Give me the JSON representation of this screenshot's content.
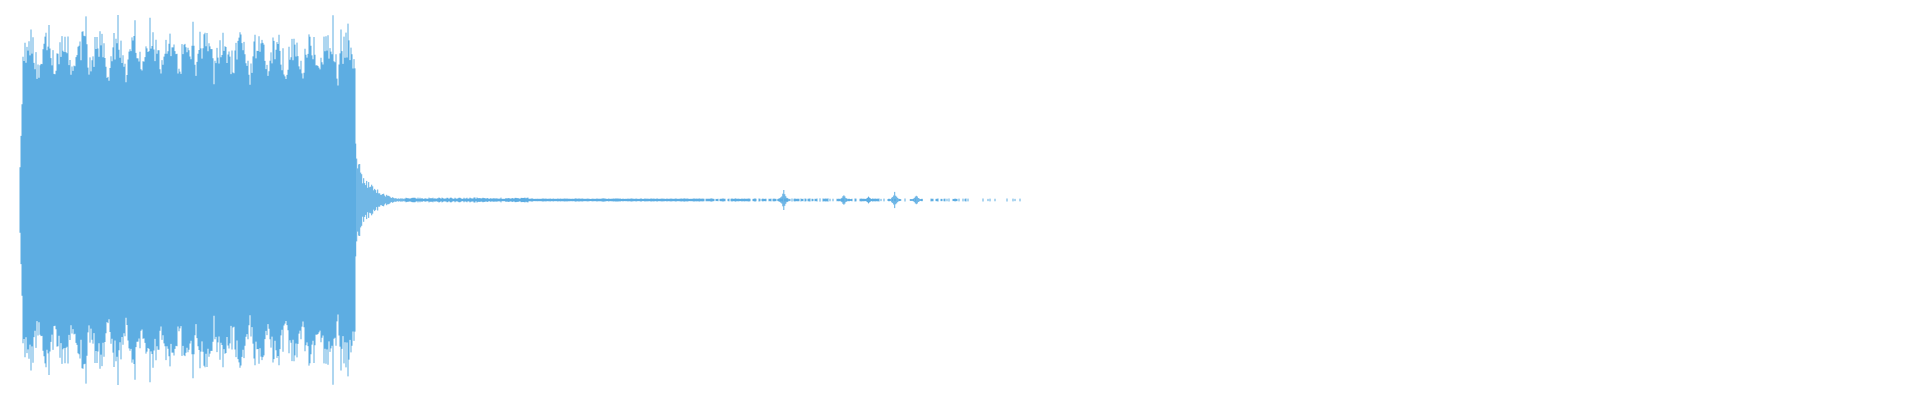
{
  "waveform": {
    "color": "#5dade2",
    "icon": "audio-waveform",
    "segments": [
      {
        "name": "loud-burst",
        "start": 0.0,
        "end": 0.218,
        "level": 0.92,
        "pulses": 19
      },
      {
        "name": "decay-tail",
        "start": 0.218,
        "end": 0.25,
        "level": 0.18
      },
      {
        "name": "quiet-tail",
        "start": 0.25,
        "end": 0.65,
        "level": 0.01
      }
    ],
    "transients": [
      {
        "name": "click-1",
        "at": 0.496,
        "level": 0.06
      },
      {
        "name": "click-2",
        "at": 0.535,
        "level": 0.035
      },
      {
        "name": "click-3",
        "at": 0.551,
        "level": 0.025
      },
      {
        "name": "click-4",
        "at": 0.568,
        "level": 0.05
      },
      {
        "name": "click-5",
        "at": 0.582,
        "level": 0.03
      }
    ]
  }
}
